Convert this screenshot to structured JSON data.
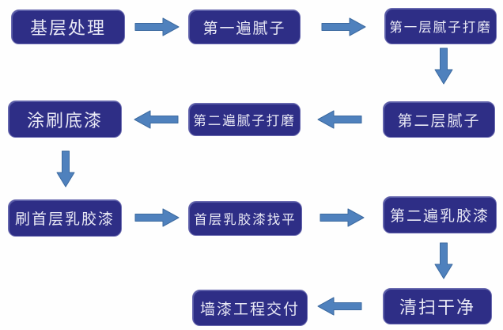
{
  "flowchart": {
    "description": "wall painting process flow",
    "colors": {
      "background": "#fefefe",
      "node_fill": "#2E2E86",
      "node_border": "#6A6AB0",
      "node_text": "#E9E9F5",
      "arrow_fill": "#4F81BD",
      "arrow_stroke": "#3C6AA0"
    },
    "nodes": [
      {
        "label": "基层处理"
      },
      {
        "label": "第一遍腻子"
      },
      {
        "label": "第一层腻子打磨"
      },
      {
        "label": "第二层腻子"
      },
      {
        "label": "第二遍腻子打磨"
      },
      {
        "label": "涂刷底漆"
      },
      {
        "label": "刷首层乳胶漆"
      },
      {
        "label": "首层乳胶漆找平"
      },
      {
        "label": "第二遍乳胶漆"
      },
      {
        "label": "清扫干净"
      },
      {
        "label": "墙漆工程交付"
      }
    ],
    "edges": [
      {
        "from": "基层处理",
        "to": "第一遍腻子",
        "direction": "right"
      },
      {
        "from": "第一遍腻子",
        "to": "第一层腻子打磨",
        "direction": "right"
      },
      {
        "from": "第一层腻子打磨",
        "to": "第二层腻子",
        "direction": "down"
      },
      {
        "from": "第二层腻子",
        "to": "第二遍腻子打磨",
        "direction": "left"
      },
      {
        "from": "第二遍腻子打磨",
        "to": "涂刷底漆",
        "direction": "left"
      },
      {
        "from": "涂刷底漆",
        "to": "刷首层乳胶漆",
        "direction": "down"
      },
      {
        "from": "刷首层乳胶漆",
        "to": "首层乳胶漆找平",
        "direction": "right"
      },
      {
        "from": "首层乳胶漆找平",
        "to": "第二遍乳胶漆",
        "direction": "right"
      },
      {
        "from": "第二遍乳胶漆",
        "to": "清扫干净",
        "direction": "down"
      },
      {
        "from": "清扫干净",
        "to": "墙漆工程交付",
        "direction": "left"
      }
    ]
  }
}
